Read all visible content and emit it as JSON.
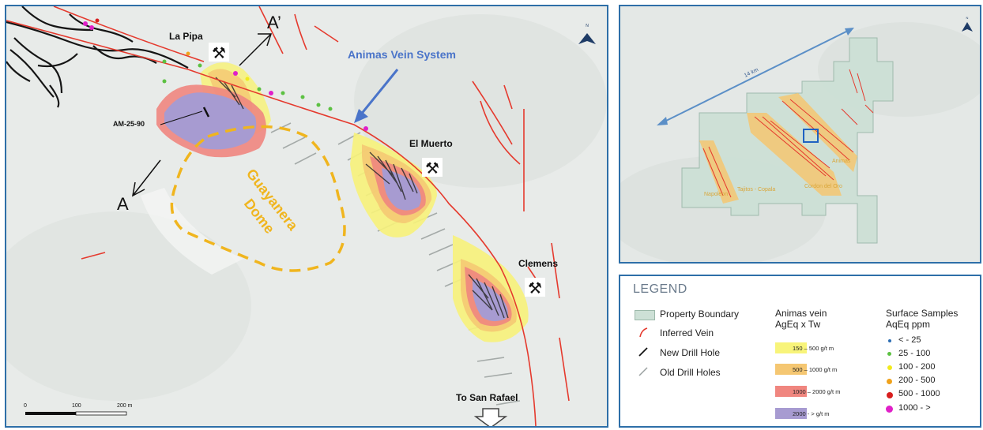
{
  "main_map": {
    "labels": {
      "la_pipa": "La Pipa",
      "a_prime": "A’",
      "a": "A",
      "vein_system": "Animas Vein System",
      "drill_hole": "AM-25-90",
      "el_muerto": "El Muerto",
      "dome_line1": "Guayanera",
      "dome_line2": "Dome",
      "clemens": "Clemens",
      "to_san_rafael": "To San Rafael"
    },
    "scale_bar": {
      "ticks": [
        "0",
        "100",
        "200 m"
      ]
    },
    "north_arrow": "N"
  },
  "inset_map": {
    "distance_label": "14 km",
    "labels": [
      "Animas",
      "Cordon del Oro",
      "Tajitos - Copala",
      "Napoleon"
    ],
    "north_arrow": "N"
  },
  "legend": {
    "title": "LEGEND",
    "symbols": [
      {
        "label": "Property Boundary",
        "icon": "property-boundary-swatch"
      },
      {
        "label": "Inferred Vein",
        "icon": "inferred-vein-icon"
      },
      {
        "label": "New Drill Hole",
        "icon": "new-drill-hole-icon"
      },
      {
        "label": "Old Drill Holes",
        "icon": "old-drill-holes-icon"
      }
    ],
    "vein_heading_line1": "Animas vein",
    "vein_heading_line2": "AgEq x Tw",
    "vein_classes": [
      {
        "label": "150 – 500 g/t m",
        "color": "#f8f47a"
      },
      {
        "label": "500 – 1000 g/t m",
        "color": "#f5c772"
      },
      {
        "label": "1000 – 2000 g/t m",
        "color": "#f0867f"
      },
      {
        "label": "2000 - > g/t m",
        "color": "#a79bd1"
      }
    ],
    "samples_heading_line1": "Surface Samples",
    "samples_heading_line2": "AqEq ppm",
    "sample_classes": [
      {
        "label": "< - 25",
        "color": "#2c6db3"
      },
      {
        "label": "25 - 100",
        "color": "#5cc142"
      },
      {
        "label": "100 - 200",
        "color": "#f2ea1c"
      },
      {
        "label": "200 - 500",
        "color": "#f0a21c"
      },
      {
        "label": "500 - 1000",
        "color": "#d81e1e"
      },
      {
        "label": "1000 - >",
        "color": "#e020c8"
      }
    ]
  },
  "colors": {
    "frame": "#2e6fa8",
    "vein": "#e53a2e",
    "dome": "#f0b51e",
    "arrow": "#4a74c9",
    "drill_new": "#111111",
    "drill_old": "#9aa0a0"
  }
}
